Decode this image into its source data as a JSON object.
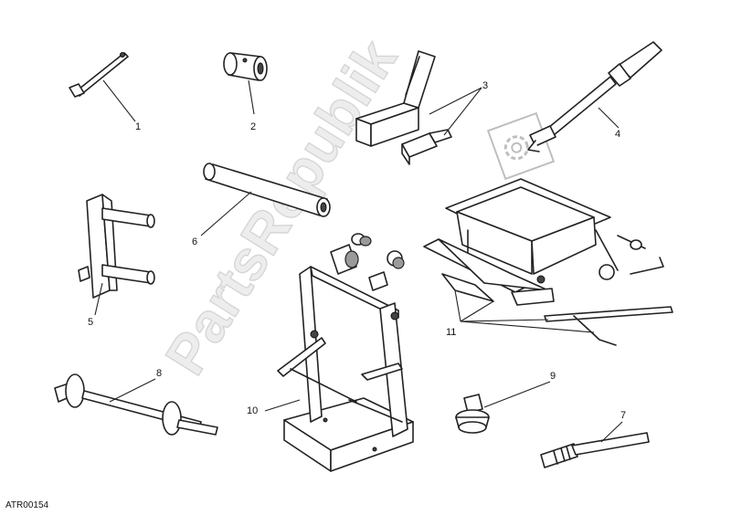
{
  "callouts": [
    {
      "id": "1",
      "label": "1"
    },
    {
      "id": "2",
      "label": "2"
    },
    {
      "id": "3",
      "label": "3"
    },
    {
      "id": "4",
      "label": "4"
    },
    {
      "id": "5",
      "label": "5"
    },
    {
      "id": "6",
      "label": "6"
    },
    {
      "id": "7",
      "label": "7"
    },
    {
      "id": "8",
      "label": "8"
    },
    {
      "id": "9",
      "label": "9"
    },
    {
      "id": "10",
      "label": "10"
    },
    {
      "id": "11",
      "label": "11"
    }
  ],
  "watermark": {
    "text": "PartsRepublik"
  },
  "footer": {
    "code": "ATR00154"
  }
}
